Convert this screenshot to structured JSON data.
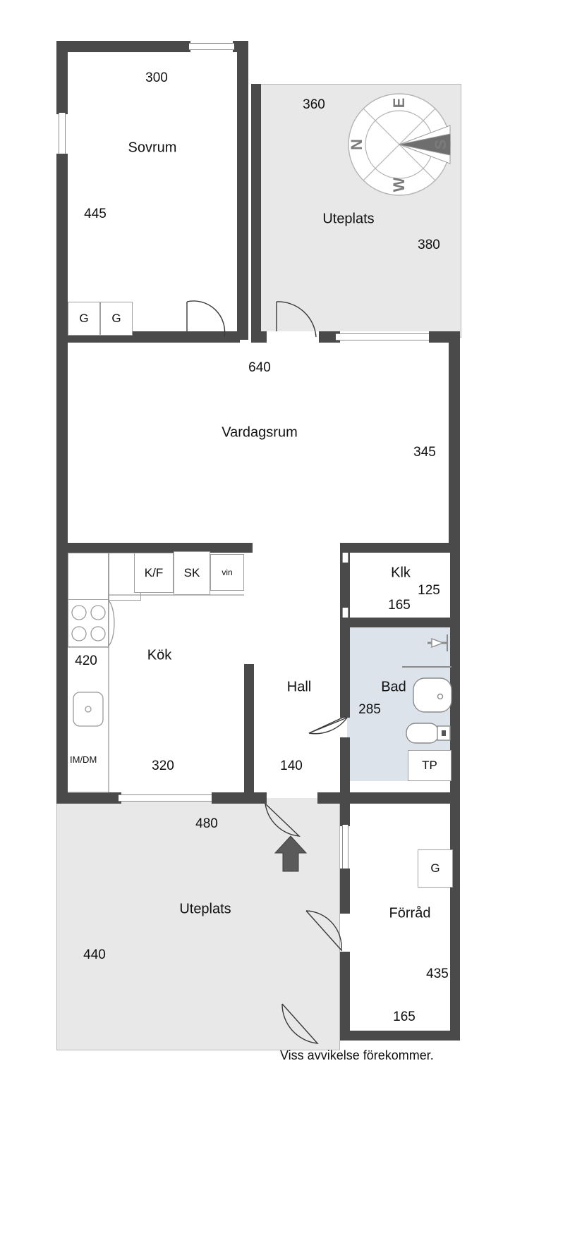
{
  "plan": {
    "footer_note": "Viss avvikelse förekommer.",
    "rooms": [
      {
        "id": "sovrum",
        "name": "Sovrum",
        "dims": [
          "300",
          "445"
        ]
      },
      {
        "id": "uteplats_top",
        "name": "Uteplats",
        "dims": [
          "360",
          "380"
        ]
      },
      {
        "id": "vardagsrum",
        "name": "Vardagsrum",
        "dims": [
          "640",
          "345"
        ]
      },
      {
        "id": "kok",
        "name": "Kök",
        "dims": [
          "420",
          "320"
        ]
      },
      {
        "id": "hall",
        "name": "Hall",
        "dims": [
          "140"
        ]
      },
      {
        "id": "klk",
        "name": "Klk",
        "dims": [
          "125",
          "165"
        ]
      },
      {
        "id": "bad",
        "name": "Bad",
        "dims": [
          "285"
        ]
      },
      {
        "id": "uteplats_bot",
        "name": "Uteplats",
        "dims": [
          "480",
          "440"
        ]
      },
      {
        "id": "forrad",
        "name": "Förråd",
        "dims": [
          "435",
          "165"
        ]
      }
    ],
    "labels": {
      "sovrum": "Sovrum",
      "uteplats_top": "Uteplats",
      "vardagsrum": "Vardagsrum",
      "kok": "Kök",
      "hall": "Hall",
      "klk": "Klk",
      "bad": "Bad",
      "uteplats_bottom": "Uteplats",
      "forrad": "Förråd"
    },
    "dimensions": {
      "sovrum_top": "300",
      "sovrum_left": "445",
      "uteplats_top_w": "360",
      "uteplats_top_h": "380",
      "vardagsrum_top": "640",
      "vardagsrum_right": "345",
      "kok_left": "420",
      "kok_bottom": "320",
      "hall_bottom": "140",
      "klk_right": "125",
      "klk_bottom": "165",
      "bad_left": "285",
      "uteplats_bottom_top": "480",
      "uteplats_bottom_left": "440",
      "forrad_right": "435",
      "forrad_bottom": "165"
    },
    "fixtures": {
      "wardrobe_g1": "G",
      "wardrobe_g2": "G",
      "fridge_freezer": "K/F",
      "cabinet_sk": "SK",
      "wine_cooler": "vin",
      "dishwasher_washer": "IM/DM",
      "toilet_paper": "TP",
      "storage_g": "G"
    },
    "compass": {
      "north": "N",
      "east": "E",
      "south": "S",
      "west": "W"
    },
    "colors": {
      "wall": "#4a4a4a",
      "outdoor_fill": "#e8e8e8",
      "bathroom_fill": "#dde3ea",
      "room_fill": "#ffffff",
      "text": "#111111",
      "compass_needle": "#6e6e6e",
      "entry_arrow": "#5a5a5a"
    }
  }
}
